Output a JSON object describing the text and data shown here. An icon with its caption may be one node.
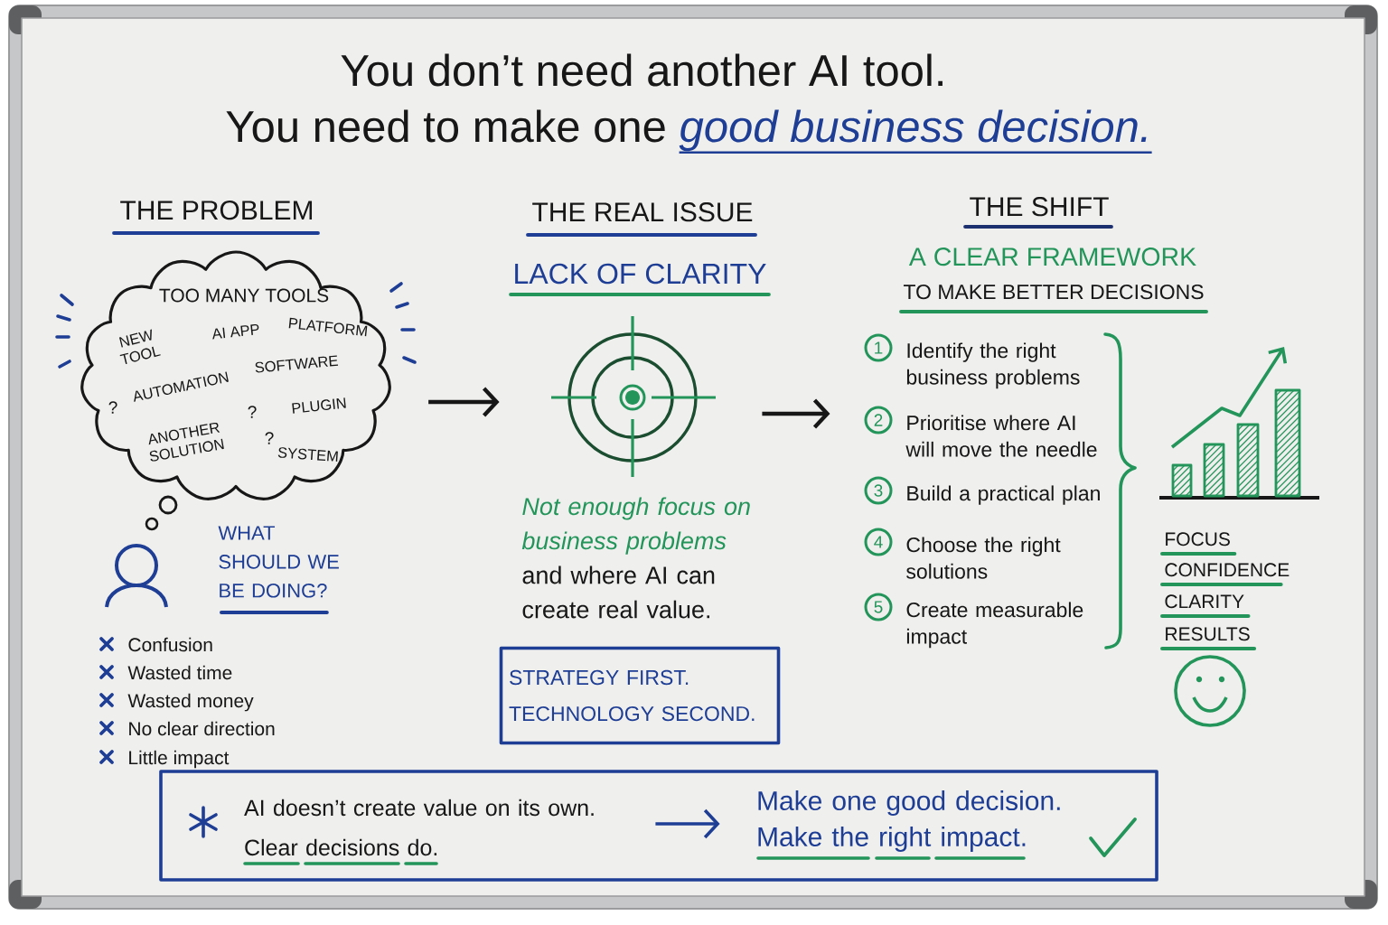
{
  "diagram": {
    "title": "You don’t need another AI tool.",
    "nodes": [
      {
        "text": [
          "TOO MANY TOOLS",
          "NEW TOOL",
          "AI APP",
          "PLATFORM",
          "SOFTWARE",
          "AUTOMATION",
          "?",
          "?",
          "PLUGIN",
          "ANOTHER SOLUTION",
          "?",
          "SYSTEM"
        ]
      },
      {
        "text": [],
        "shape": "picture"
      },
      {
        "text": [
          "STRATEGY FIRST. TECHNOLOGY SECOND."
        ]
      },
      {
        "text": [
          "1"
        ],
        "beside": [
          "Identify the right business problems"
        ]
      },
      {
        "text": [
          "2"
        ],
        "beside": [
          "Prioritise where AI will move the needle"
        ]
      },
      {
        "text": [
          "3"
        ],
        "beside": [
          "Build a practical plan"
        ]
      },
      {
        "text": [
          "4"
        ],
        "beside": [
          "Choose the right solutions"
        ]
      },
      {
        "text": [
          "5"
        ],
        "beside": [
          "Create measurable impact"
        ]
      },
      {
        "text": [],
        "shape": "box"
      },
      {
        "text": [
          "AI doesn’t create value on its own. Clear decisions do."
        ],
        "in": 8
      },
      {
        "text": [
          "Make one good decision. Make the right impact."
        ],
        "in": 8
      }
    ],
    "edges": [
      {
        "from": 0,
        "to": 1,
        "arrow": "to"
      },
      {
        "from": 1,
        "to": 4,
        "arrow": "to"
      },
      {
        "from": 9,
        "to": 10,
        "arrow": "to",
        "color": "#1e3d94"
      }
    ],
    "labels": [
      "You need to make one *good business decision.*",
      "THE PROBLEM",
      "WHAT SHOULD WE BE DOING?",
      "Confusion",
      "Wasted time",
      "Wasted money",
      "No clear direction",
      "Little impact",
      "THE REAL ISSUE",
      "LACK OF CLARITY",
      "*Not enough focus on business problems* and where AI can create real value.",
      "THE SHIFT",
      "A CLEAR FRAMEWORK",
      "TO MAKE BETTER DECISIONS",
      "FOCUS",
      "CONFIDENCE",
      "CLARITY",
      "RESULTS"
    ]
  }
}
